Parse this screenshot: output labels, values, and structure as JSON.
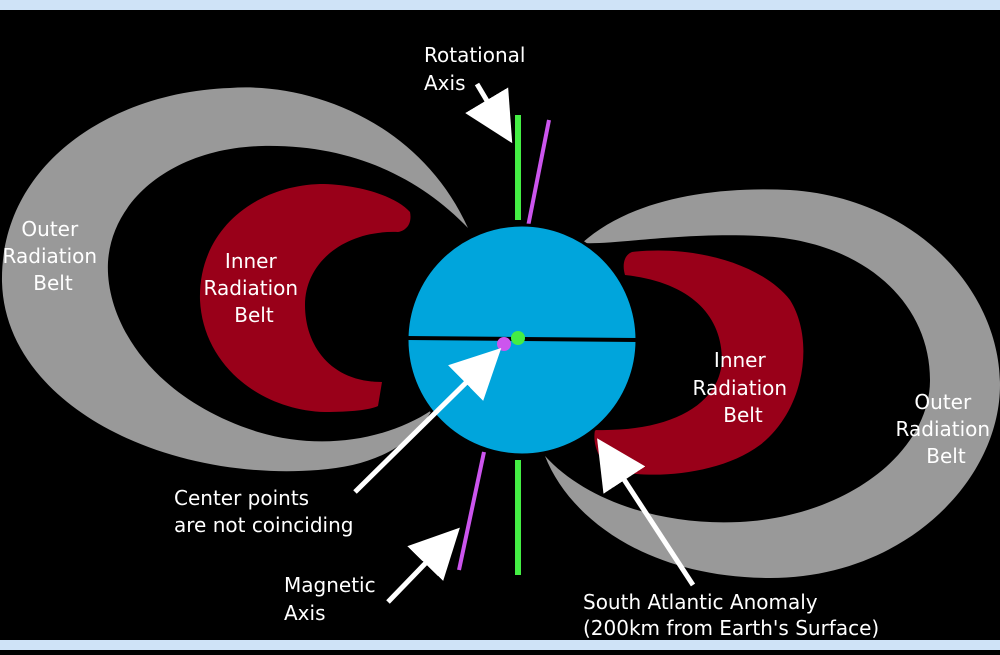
{
  "colors": {
    "frame": "#cfe3f7",
    "background": "#000000",
    "outer_belt": "#999999",
    "inner_belt": "#990019",
    "earth": "#00a5dc",
    "rotational_axis": "#44ee44",
    "magnetic_axis": "#cc55ee",
    "arrow": "#ffffff",
    "text": "#ffffff"
  },
  "labels": {
    "rotational_axis": [
      "Rotational",
      "Axis"
    ],
    "outer_belt_left": [
      "Outer",
      "Radiation",
      "Belt"
    ],
    "inner_belt_left": [
      "Inner",
      "Radiation",
      "Belt"
    ],
    "inner_belt_right": [
      "Inner",
      "Radiation",
      "Belt"
    ],
    "outer_belt_right": [
      "Outer",
      "Radiation",
      "Belt"
    ],
    "center_points": [
      "Center points",
      "are not coinciding"
    ],
    "magnetic_axis": [
      "Magnetic",
      "Axis"
    ],
    "south_atlantic_anomaly": [
      "South Atlantic Anomaly",
      "(200km from Earth's Surface)"
    ]
  }
}
